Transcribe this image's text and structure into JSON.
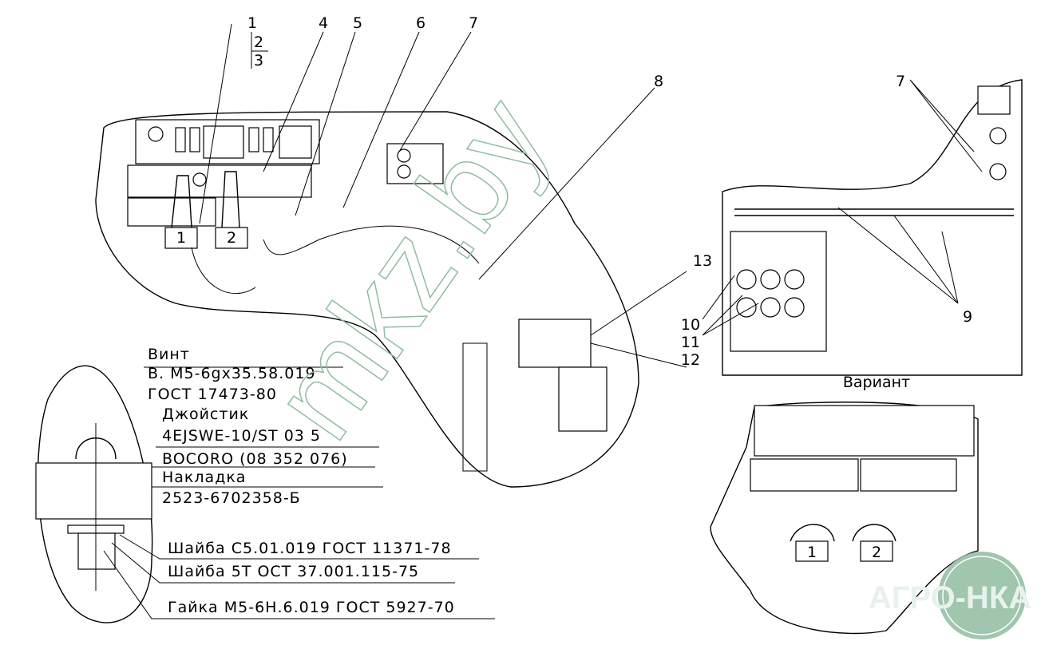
{
  "title_variant": "Вариант",
  "callouts": [
    "1",
    "2",
    "3",
    "4",
    "5",
    "6",
    "7",
    "8",
    "9",
    "10",
    "11",
    "12",
    "13"
  ],
  "joystick_labels": [
    "1",
    "2"
  ],
  "spec": {
    "screw_name": "Винт",
    "screw_code": "В. М5-6gx35.58.019",
    "screw_std": "ГОСТ 17473-80",
    "joystick_name": "Джойстик",
    "joystick_code": "4EJSWE-10/ST 03 5",
    "joystick_maker": "BOCORO (08 352 076)",
    "overlay_name": "Накладка",
    "overlay_code": "2523-6702358-Б",
    "washer1": "Шайба С5.01.019 ГОСТ 11371-78",
    "washer2": "Шайба 5Т ОСТ 37.001.115-75",
    "nut": "Гайка М5-6Н.6.019 ГОСТ 5927-70"
  },
  "watermark": {
    "text": "mkz.by",
    "logo": "АГРО-НКА",
    "color": "#8fbca0"
  }
}
